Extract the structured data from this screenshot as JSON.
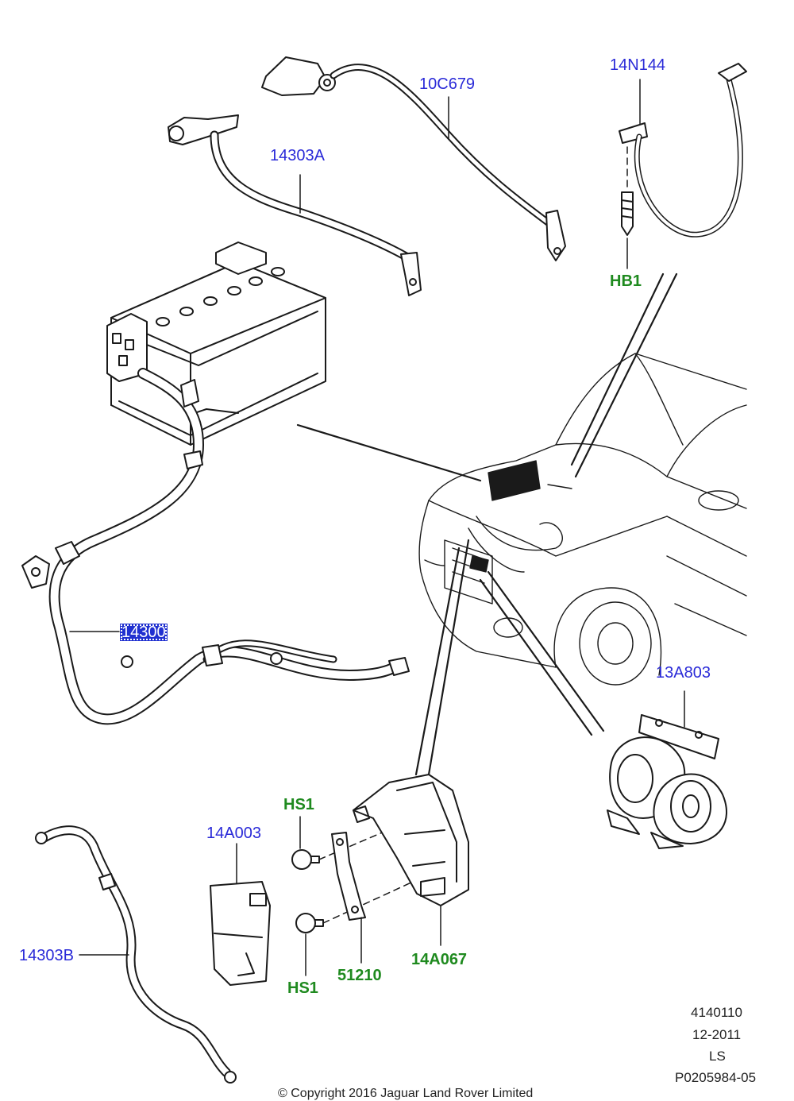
{
  "labels": {
    "p10C679": "10C679",
    "p14N144": "14N144",
    "p14303A": "14303A",
    "pHB1": "HB1",
    "p14300": "14300",
    "p13A803": "13A803",
    "pHS1_top": "HS1",
    "p14A003": "14A003",
    "p14303B": "14303B",
    "p51210": "51210",
    "p14A067": "14A067",
    "pHS1_bottom": "HS1"
  },
  "meta": {
    "illustration_number": "4140110",
    "date": "12-2011",
    "initials": "LS",
    "part_ref": "P0205984-05"
  },
  "copyright": "© Copyright 2016  Jaguar Land Rover Limited",
  "colors": {
    "label_blue": "#2a2ad8",
    "label_green": "#1f8a1f",
    "selected_bg": "#2030d0",
    "line": "#1a1a1a"
  }
}
